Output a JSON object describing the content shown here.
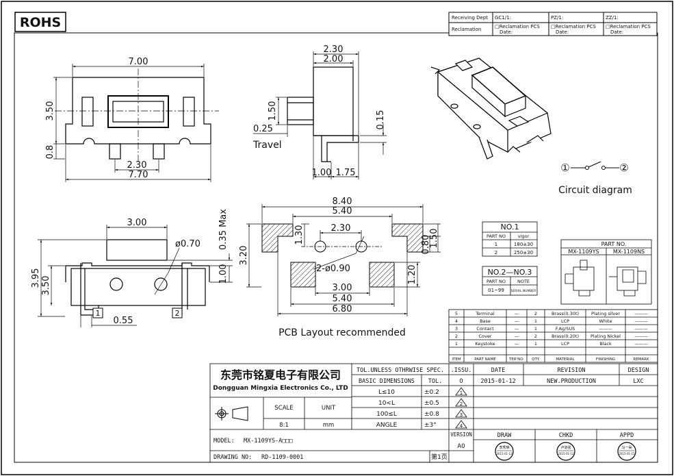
{
  "rohs": "ROHS",
  "reception": {
    "receiving_dept": "Receiving Dept",
    "reclamation": "Reclamation",
    "gc": "GC1/1:",
    "pz": "PZ/1:",
    "zz": "ZZ/1:",
    "rec_pcs": "□Reclamation  PCS",
    "date": "Date:"
  },
  "top_view": {
    "w700": "7.00",
    "w770": "7.70",
    "w230": "2.30",
    "h350": "3.50",
    "h08": "0.8"
  },
  "side_view": {
    "d230": "2.30",
    "d200": "2.00",
    "d150": "1.50",
    "d025": "0.25",
    "travel": "Travel",
    "d015": "0.15",
    "d100": "1.00",
    "d175": "1.75"
  },
  "front_view": {
    "d300": "3.00",
    "phi070": "ø0.70",
    "max": "0.35 Max",
    "d395": "3.95",
    "d350": "3.50",
    "d100": "1.00",
    "d055": "0.55",
    "p1": "1",
    "p2": "2"
  },
  "pcb": {
    "d840": "8.40",
    "d540": "5.40",
    "d230": "2.30",
    "d130": "1.30",
    "d320": "3.20",
    "d080": "0.80",
    "d150": "1.50",
    "holes": "2-ø0.90",
    "d120": "1.20",
    "d300": "3.00",
    "d540b": "5.40",
    "d680": "6.80",
    "caption": "PCB Layout recommended"
  },
  "circuit": {
    "n1": "①",
    "n2": "②",
    "caption": "Circuit diagram"
  },
  "no1": {
    "title": "NO.1",
    "headers": [
      "PART NO",
      "vigor"
    ],
    "rows": [
      [
        "1",
        "180±30"
      ],
      [
        "2",
        "250±30"
      ]
    ]
  },
  "no23": {
    "title": "NO.2—NO.3",
    "headers": [
      "PART NO",
      "NOTE"
    ],
    "rows": [
      [
        "01~99",
        "SERIAL NUMBER"
      ]
    ]
  },
  "partno": {
    "title": "PART NO.",
    "a": "MX-1109YS",
    "b": "MX-1109NS"
  },
  "bom": {
    "rows": [
      [
        "5",
        "Terminal",
        "—",
        "2",
        "Brass(0.30t)",
        "Plating silver",
        "———"
      ],
      [
        "4",
        "Base",
        "—",
        "1",
        "LCP",
        "White",
        "———"
      ],
      [
        "3",
        "Contact",
        "—",
        "1",
        "F.Ag/SUS",
        "———",
        "———"
      ],
      [
        "2",
        "Cover",
        "—",
        "2",
        "Brass(0.20t)",
        "Plating Nickel",
        "———"
      ],
      [
        "1",
        "Keystoke",
        "—",
        "1",
        "LCP",
        "Black",
        "———"
      ]
    ],
    "headers": [
      "ITEM",
      "PART NAME",
      "TER'NO.",
      "QTY.",
      "MATERIAL",
      "FINISHING",
      "REMARK"
    ]
  },
  "title_block": {
    "company_cn": "东莞市铭夏电子有限公司",
    "company_en": "Dongguan Mingxia Electronics Co., LTD",
    "tol_header": "TOL.UNLESS OTHRWISE SPEC.",
    "basic_dim": "BASIC DIMENSIONS",
    "tol": "TOL.",
    "tol_rows": [
      [
        "L≤10",
        "±0.2"
      ],
      [
        "10<L",
        "±0.5"
      ],
      [
        "100≤L",
        "±0.8"
      ],
      [
        "ANGLE",
        "±3°"
      ]
    ],
    "scale_label": "SCALE",
    "unit_label": "UNIT",
    "scale": "8:1",
    "unit": "mm",
    "issu": ".ISSU.",
    "date": "DATE",
    "revision": "REVISION",
    "design": "DESIGN",
    "issu_val": "0",
    "date_val": "2015-01-12",
    "revision_val": "NEW.PRODUCTION",
    "design_val": "LXC",
    "triangles": [
      "1",
      "2",
      "3",
      "4"
    ],
    "version": "VERSION",
    "version_val": "A0",
    "draw": "DRAW",
    "chkd": "CHKD",
    "appd": "APPD",
    "model_label": "MODEL:",
    "model": "MX-1109YS-A□□□",
    "drawing_label": "DRAWING NO:",
    "drawing": "RD-1109-0001",
    "page": "第1页",
    "stamps": [
      "李秀琳",
      "卢道强",
      "马一昊"
    ]
  }
}
